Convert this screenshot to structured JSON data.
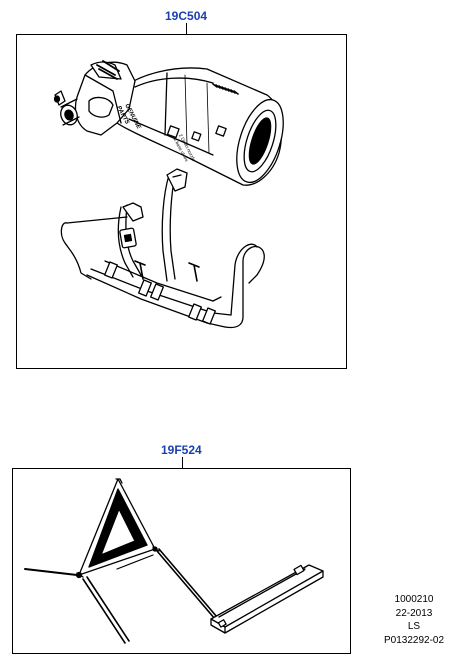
{
  "parts": [
    {
      "code": "19C504"
    },
    {
      "code": "19F524"
    }
  ],
  "extinguisher_text": {
    "brand_line_1": "GENUINE",
    "brand_line_2": "PARTS",
    "usage_line_1": "2 Direct nozzle",
    "usage_line_2": "at base of fire"
  },
  "reference": {
    "line_1": "1000210",
    "line_2": "22-2013",
    "line_3": "LS",
    "line_4": "P0132292-02"
  }
}
